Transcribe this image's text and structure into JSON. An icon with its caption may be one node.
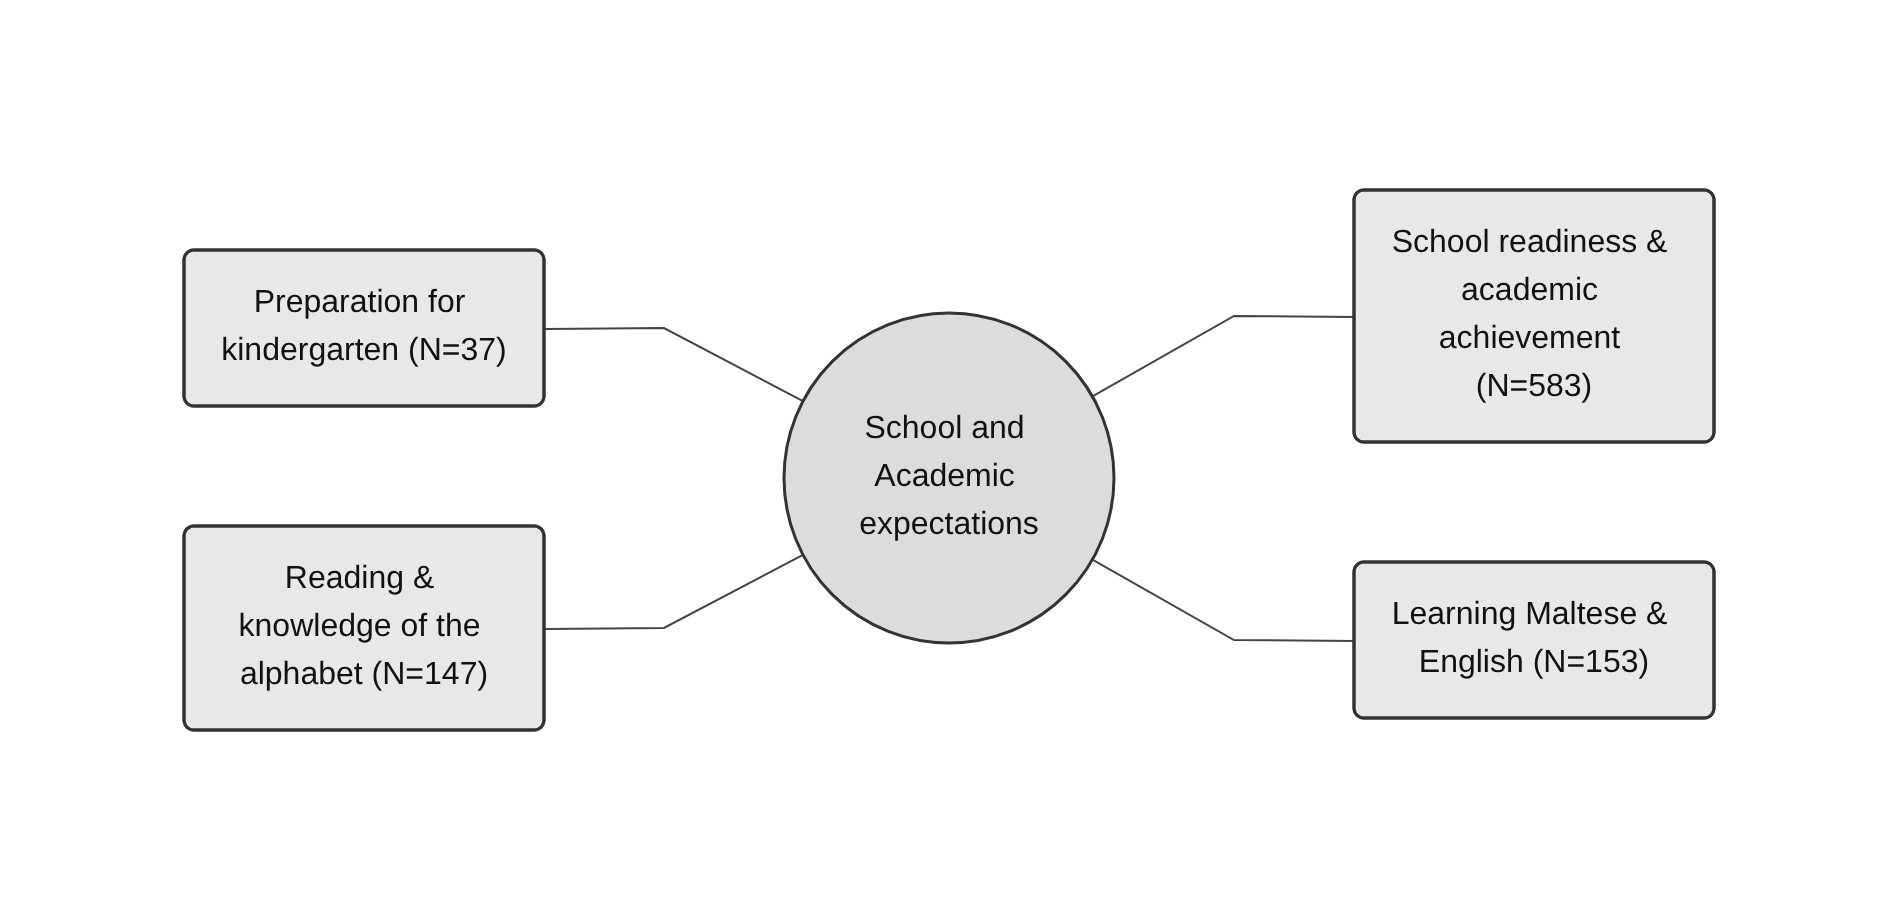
{
  "diagram": {
    "nodes": [
      {
        "text": [
          "Preparation for kindergarten (N=37)"
        ]
      },
      {
        "text": [
          "School readiness & academic achievement (N=583)"
        ]
      },
      {
        "text": [
          "School and Academic expectations"
        ]
      },
      {
        "text": [
          "Reading & knowledge of the alphabet (N=147)"
        ]
      },
      {
        "text": [
          "Learning Maltese & English (N=153)"
        ]
      }
    ],
    "edges": [
      {
        "from": 0,
        "to": 2,
        "arrow": "none"
      },
      {
        "from": 2,
        "to": 1,
        "arrow": "none"
      },
      {
        "from": 3,
        "to": 2,
        "arrow": "none"
      },
      {
        "from": 2,
        "to": 4,
        "arrow": "none"
      }
    ]
  }
}
